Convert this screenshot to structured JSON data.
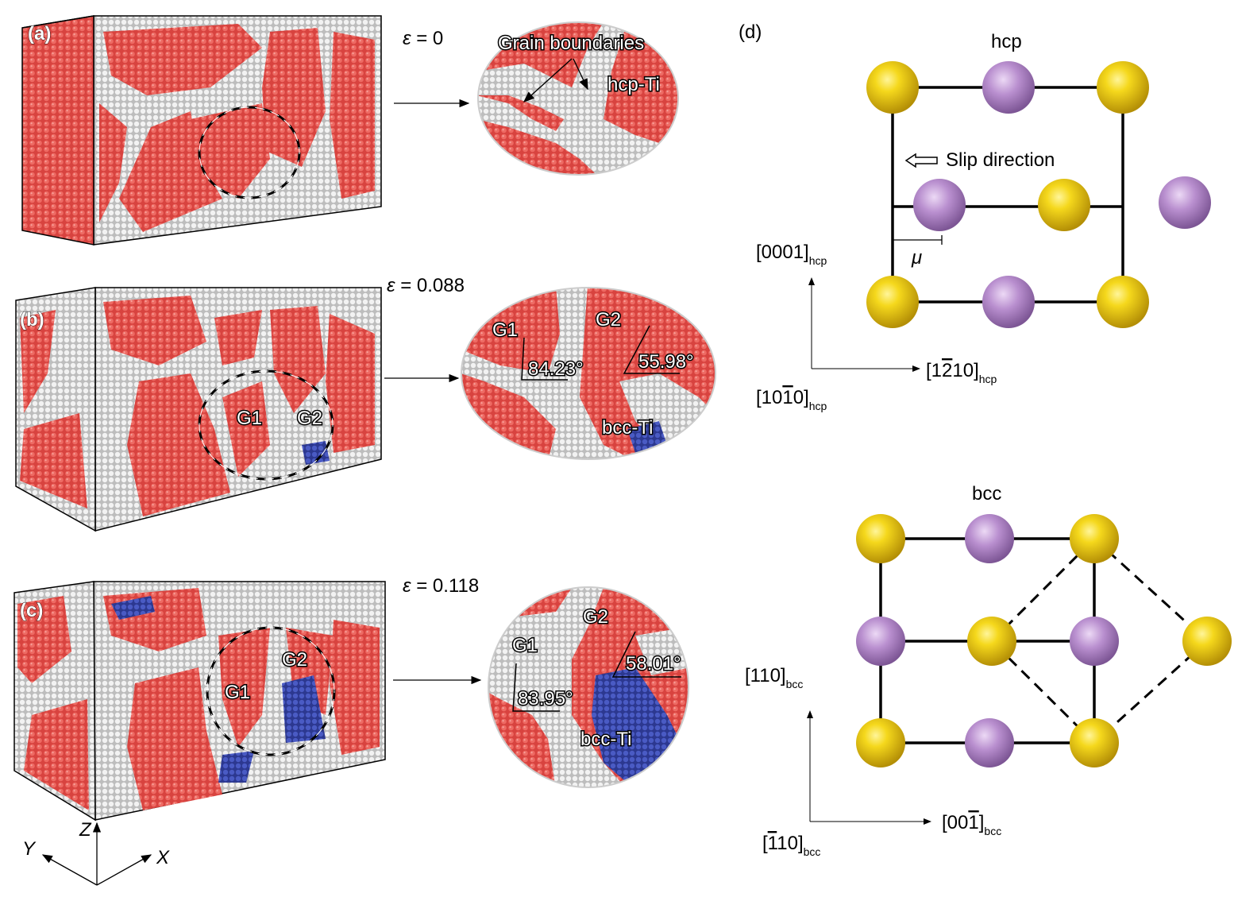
{
  "panels": {
    "a": {
      "letter": "(a)",
      "strain_sym": "ε",
      "strain_val": " = 0",
      "zoom_labels": {
        "gb": "Grain boundaries",
        "phase": "hcp-Ti"
      }
    },
    "b": {
      "letter": "(b)",
      "strain_sym": "ε",
      "strain_val": " = 0.088",
      "box_labels": {
        "g1": "G1",
        "g2": "G2"
      },
      "zoom_labels": {
        "g1": "G1",
        "g2": "G2",
        "angle1": "84.23°",
        "angle2": "55.98°",
        "phase": "bcc-Ti"
      }
    },
    "c": {
      "letter": "(c)",
      "strain_sym": "ε",
      "strain_val": " = 0.118",
      "box_labels": {
        "g1": "G1",
        "g2": "G2"
      },
      "zoom_labels": {
        "g1": "G1",
        "g2": "G2",
        "angle1": "83.95°",
        "angle2": "58.01°",
        "phase": "bcc-Ti"
      }
    }
  },
  "axes3d": {
    "z": "Z",
    "y": "Y",
    "x": "X"
  },
  "panel_d": {
    "letter": "(d)",
    "hcp": {
      "title": "hcp",
      "slip": "Slip direction",
      "mu": "μ",
      "axis_up": "[0001]",
      "axis_up_sub": "hcp",
      "axis_right_pre": "[1",
      "axis_right_bar": "2",
      "axis_right_post": "10]",
      "axis_right_sub": "hcp",
      "axis_out_pre": "[10",
      "axis_out_bar": "1",
      "axis_out_post": "0]",
      "axis_out_sub": "hcp"
    },
    "bcc": {
      "title": "bcc",
      "axis_up": "[110]",
      "axis_up_sub": "bcc",
      "axis_right_pre": "[00",
      "axis_right_bar": "1",
      "axis_right_post": "]",
      "axis_right_sub": "bcc",
      "axis_out_pre": "[",
      "axis_out_bar": "1",
      "axis_out_post": "10]",
      "axis_out_sub": "bcc"
    }
  },
  "colors": {
    "hcp_atom": "#e0504c",
    "gb_atom": "#dcdcdc",
    "bcc_atom": "#3948a8",
    "other_atom": "#4caf50",
    "gold": "#f2d01a",
    "purple": "#b98fcf"
  }
}
